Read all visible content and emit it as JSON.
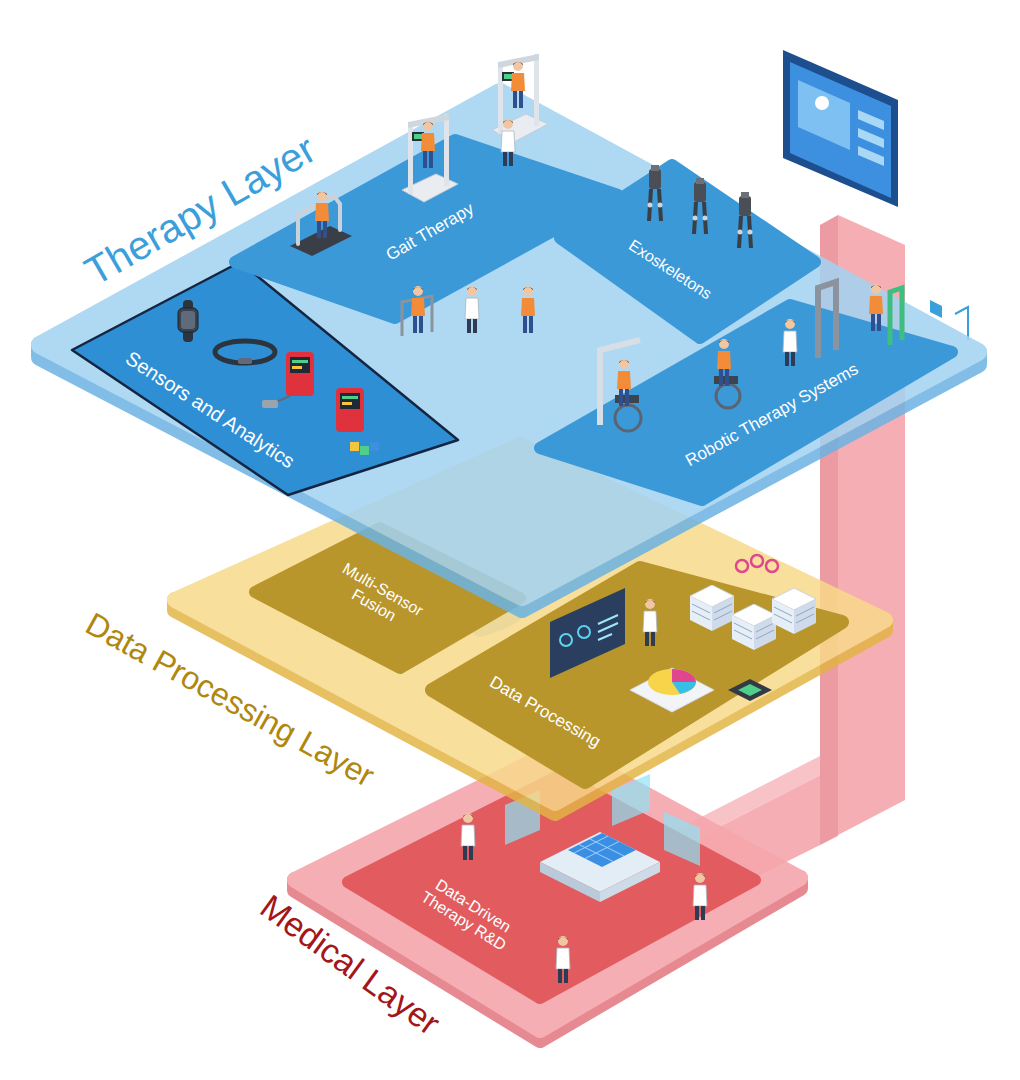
{
  "diagram": {
    "nodes": [
      {
        "text": [
          "Therapy Layer"
        ]
      },
      {
        "text": [
          "Sensors and Analytics"
        ],
        "in": 0
      },
      {
        "text": [
          "Gait Therapy"
        ],
        "in": 0
      },
      {
        "text": [
          "Exoskeletons"
        ],
        "in": 0
      },
      {
        "text": [
          "Robotic Therapy Systems"
        ],
        "in": 0
      },
      {
        "text": [
          "Data Processing Layer"
        ]
      },
      {
        "text": [
          "Multi-Sensor Fusion"
        ],
        "in": 5
      },
      {
        "text": [
          "Data Processing"
        ],
        "in": 5
      },
      {
        "text": [
          "Medical Layer"
        ]
      },
      {
        "text": [
          "Data-Driven Therapy R&D"
        ],
        "in": 8
      }
    ],
    "edges": [
      {
        "from": 0,
        "to": 5,
        "arrow": "none"
      },
      {
        "from": 5,
        "to": 8,
        "arrow": "none"
      }
    ]
  }
}
